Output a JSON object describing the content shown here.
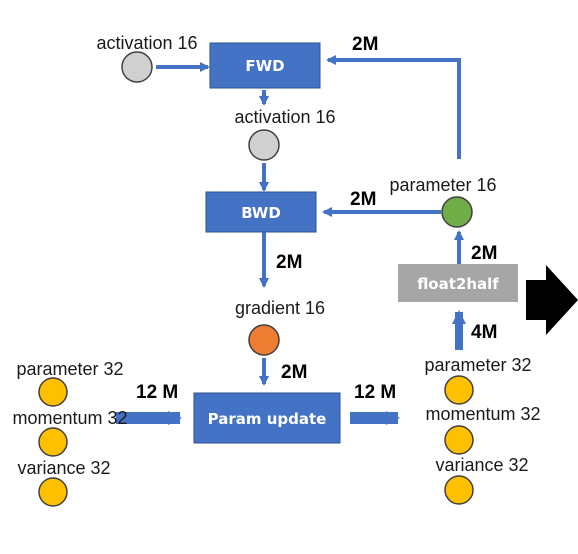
{
  "colors": {
    "blue": "#4472c4",
    "gray_box": "#a6a6a6",
    "gray_circle": "#d0d0d0",
    "green": "#70ad47",
    "orange": "#ed7d31",
    "yellow": "#ffc000",
    "black": "#000000"
  },
  "boxes": {
    "fwd": "FWD",
    "bwd": "BWD",
    "param_update": "Param update",
    "float2half": "float2half"
  },
  "labels": {
    "activation_in": "activation 16",
    "activation_mid": "activation 16",
    "gradient": "gradient 16",
    "parameter16": "parameter 16",
    "left_parameter32": "parameter 32",
    "left_momentum32": "momentum 32",
    "left_variance32": "variance 32",
    "right_parameter32": "parameter 32",
    "right_momentum32": "momentum 32",
    "right_variance32": "variance 32"
  },
  "edge_labels": {
    "param_to_fwd": "2M",
    "param_to_bwd": "2M",
    "bwd_to_gradient": "2M",
    "gradient_to_update": "2M",
    "float2half_to_param": "2M",
    "param32_to_float2half": "4M",
    "left_to_update": "12 M",
    "update_to_right": "12 M"
  }
}
